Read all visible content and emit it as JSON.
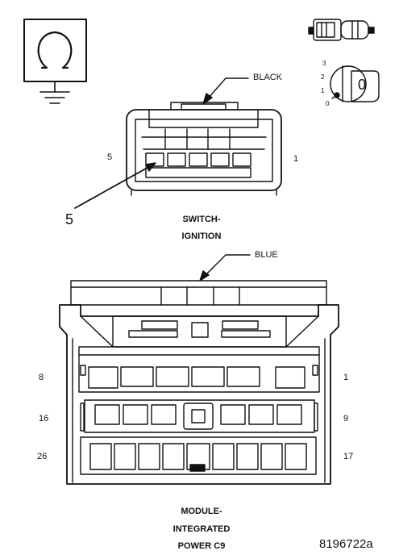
{
  "switch_connector": {
    "wire_color": "BLACK",
    "pin_left": "5",
    "pin_right": "1",
    "callout_number": "5",
    "caption_line1": "SWITCH-",
    "caption_line2": "IGNITION"
  },
  "ignition_key": {
    "positions": [
      "3",
      "2",
      "1",
      "0"
    ],
    "key_face_label": "0"
  },
  "module_connector": {
    "wire_color": "BLUE",
    "row1_left": "8",
    "row1_right": "1",
    "row2_left": "16",
    "row2_right": "9",
    "row3_left": "26",
    "row3_right": "17",
    "caption_line1": "MODULE-",
    "caption_line2": "INTEGRATED",
    "caption_line3": "POWER C9"
  },
  "figure_id": "8196722a",
  "icons": [
    "ground-symbol-icon",
    "fuse-icon",
    "ignition-key-icon"
  ]
}
